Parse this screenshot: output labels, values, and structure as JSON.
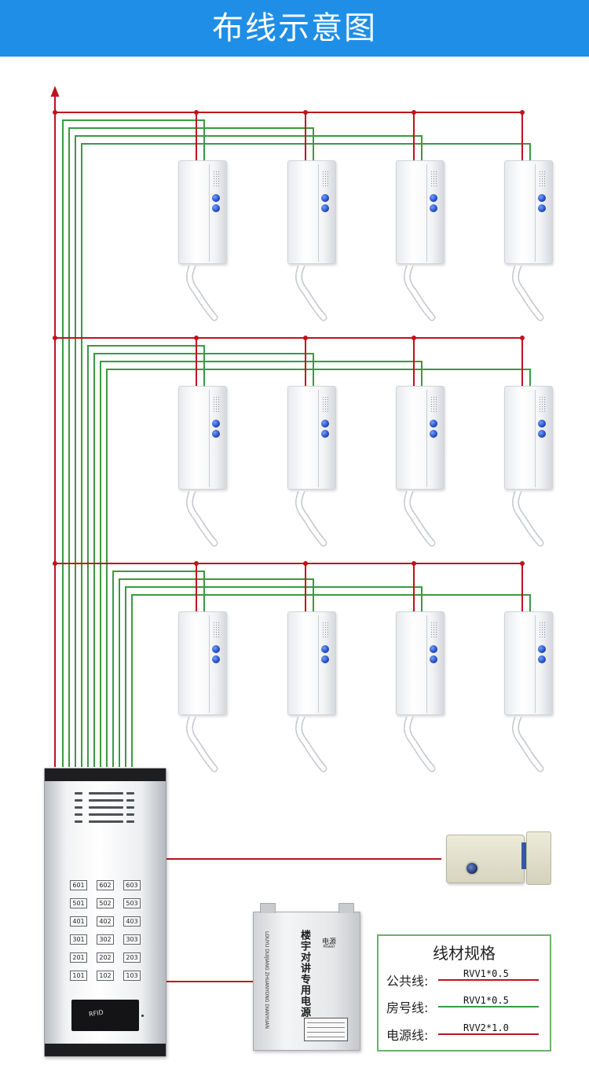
{
  "header": {
    "title": "布线示意图"
  },
  "colors": {
    "header_bg": "#1e8ee6",
    "common_wire": "#c0121b",
    "room_wire": "#3a9a42",
    "power_wire": "#7a1a1a",
    "spec_border": "#6bb06b"
  },
  "panel": {
    "keys": [
      [
        "601",
        "602",
        "603"
      ],
      [
        "501",
        "502",
        "503"
      ],
      [
        "401",
        "402",
        "403"
      ],
      [
        "301",
        "302",
        "303"
      ],
      [
        "201",
        "202",
        "203"
      ],
      [
        "101",
        "102",
        "103"
      ]
    ],
    "rfid_label": "RFID"
  },
  "psu": {
    "brand_cn": "楼宇对讲专用电源",
    "brand_pinyin": "LOUYU DUIJIANG ZHUANYONG DIANYUAN",
    "title": "电源",
    "subtitle": "Power"
  },
  "spec": {
    "title": "线材规格",
    "rows": [
      {
        "label": "公共线:",
        "value": "RVV1*0.5",
        "color": "#c0121b"
      },
      {
        "label": "房号线:",
        "value": "RVV1*0.5",
        "color": "#3a9a42"
      },
      {
        "label": "电源线:",
        "value": "RVV2*1.0",
        "color": "#c0121b"
      }
    ]
  }
}
